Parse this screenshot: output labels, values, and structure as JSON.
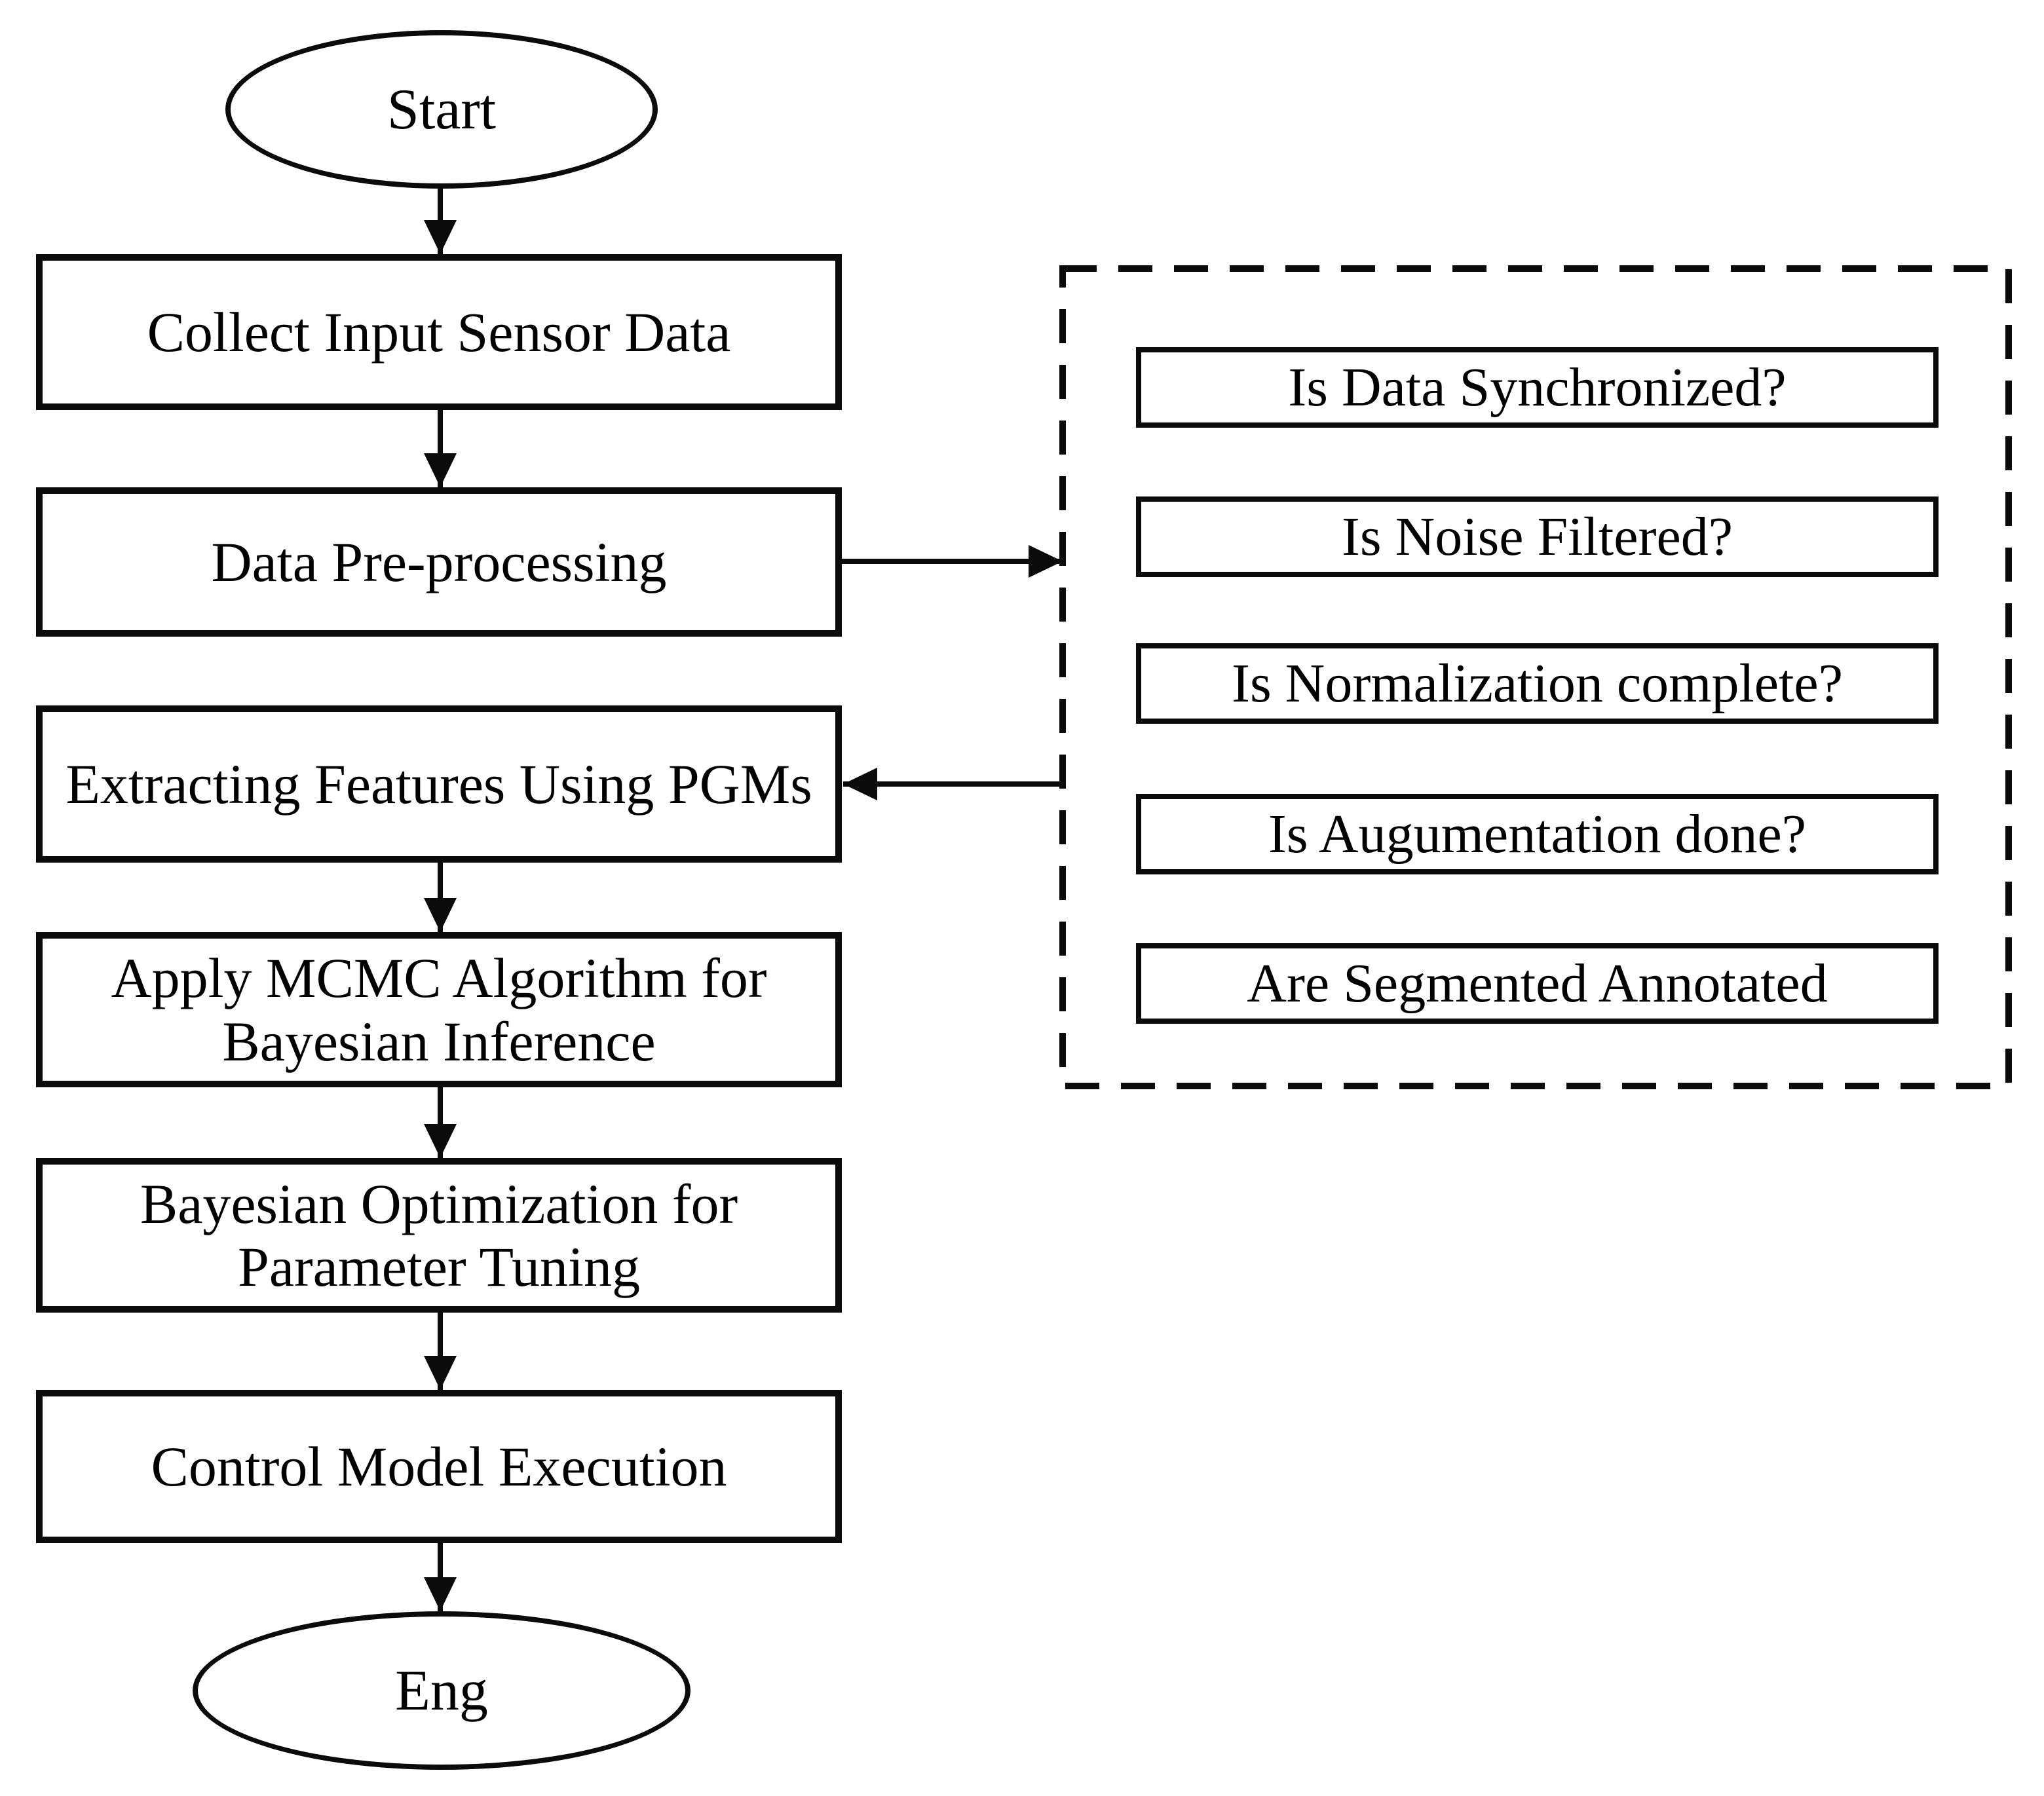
{
  "flowchart": {
    "start_label": "Start",
    "end_label": "Eng",
    "steps": [
      {
        "label": "Collect Input Sensor Data"
      },
      {
        "label": "Data Pre-processing"
      },
      {
        "label": "Extracting Features Using PGMs"
      },
      {
        "label": "Apply MCMC Algorithm for\nBayesian Inference"
      },
      {
        "label": "Bayesian Optimization for\nParameter Tuning"
      },
      {
        "label": "Control Model Execution"
      }
    ],
    "checklist": [
      {
        "label": "Is Data Synchronized?"
      },
      {
        "label": "Is Noise Filtered?"
      },
      {
        "label": "Is Normalization complete?"
      },
      {
        "label": "Is Augumentation done?"
      },
      {
        "label": "Are Segmented Annotated"
      }
    ],
    "colors": {
      "stroke": "#000000",
      "background": "#ffffff"
    }
  }
}
